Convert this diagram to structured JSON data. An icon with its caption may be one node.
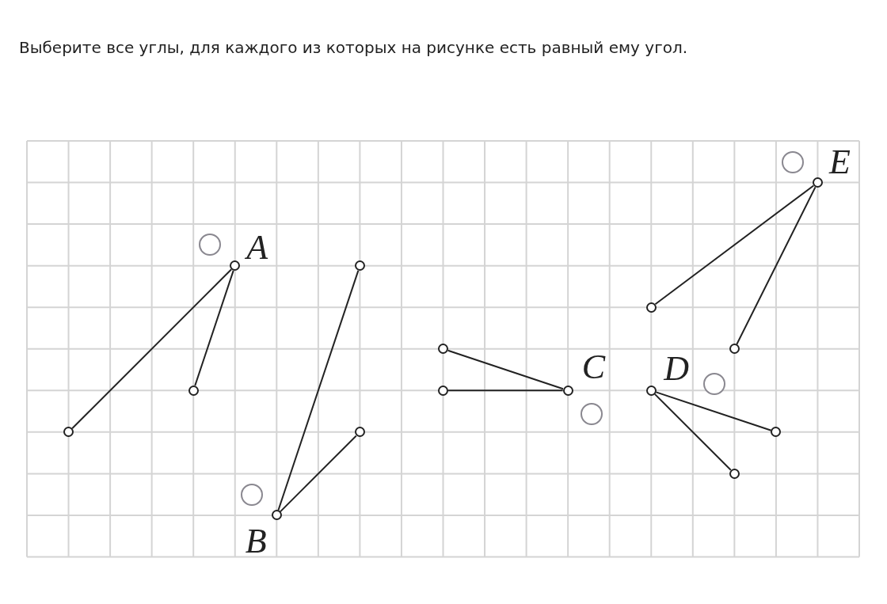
{
  "diagram": {
    "title": "Выберите все углы, для каждого из которых на рисунке есть равный ему угол.",
    "nodes": [
      {
        "text": [],
        "shape": "circle",
        "beside": [
          "A"
        ]
      },
      {
        "text": [],
        "shape": "circle"
      },
      {
        "text": [],
        "shape": "circle"
      },
      {
        "text": [],
        "shape": "circle",
        "beside": [
          "B"
        ]
      },
      {
        "text": [],
        "shape": "circle"
      },
      {
        "text": [],
        "shape": "circle"
      },
      {
        "text": [],
        "shape": "circle",
        "beside": [
          "C"
        ]
      },
      {
        "text": [],
        "shape": "circle"
      },
      {
        "text": [],
        "shape": "circle"
      },
      {
        "text": [],
        "shape": "circle",
        "beside": [
          "D"
        ]
      },
      {
        "text": [],
        "shape": "circle"
      },
      {
        "text": [],
        "shape": "circle"
      },
      {
        "text": [],
        "shape": "circle",
        "beside": [
          "E"
        ]
      },
      {
        "text": [],
        "shape": "circle"
      },
      {
        "text": [],
        "shape": "circle"
      }
    ],
    "edges": [
      {
        "from": 0,
        "to": 1,
        "arrow": "none"
      },
      {
        "from": 0,
        "to": 2,
        "arrow": "none"
      },
      {
        "from": 3,
        "to": 4,
        "arrow": "none"
      },
      {
        "from": 3,
        "to": 5,
        "arrow": "none"
      },
      {
        "from": 6,
        "to": 7,
        "arrow": "none"
      },
      {
        "from": 6,
        "to": 8,
        "arrow": "none"
      },
      {
        "from": 9,
        "to": 10,
        "arrow": "none"
      },
      {
        "from": 9,
        "to": 11,
        "arrow": "none"
      },
      {
        "from": 12,
        "to": 13,
        "arrow": "none"
      },
      {
        "from": 12,
        "to": 14,
        "arrow": "none"
      }
    ]
  }
}
